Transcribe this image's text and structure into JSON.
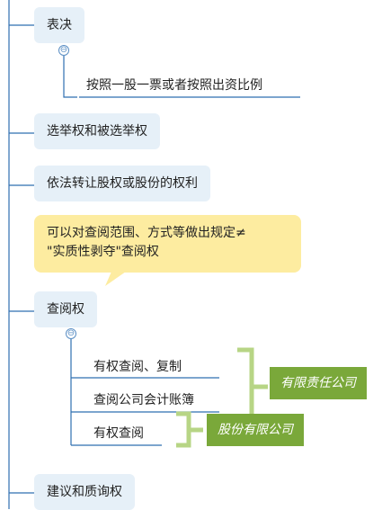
{
  "nodes": {
    "biaojue": "表决",
    "biaojue_child": "按照一股一票或者按照出资比例",
    "xuanju": "选举权和被选举权",
    "zhuanrang": "依法转让股权或股份的权利",
    "chayue": "查阅权",
    "chayue_children": [
      "有权查阅、复制",
      "查阅公司会计账簿",
      "有权查阅"
    ],
    "jianyi": "建议和质询权"
  },
  "callout": {
    "line1": "可以对查阅范围、方式等做出规定≠",
    "line2": "\"实质性剥夺\"查阅权"
  },
  "tags": {
    "llc": "有限责任公司",
    "jsc": "股份有限公司"
  },
  "collapse_glyph": "⊖",
  "colors": {
    "branch_line": "#2f6fb0",
    "node_fill": "#e6f0f8",
    "bracket": "#b7d585",
    "tag_fill": "#7aa83a",
    "callout_fill": "#fdeca0"
  }
}
